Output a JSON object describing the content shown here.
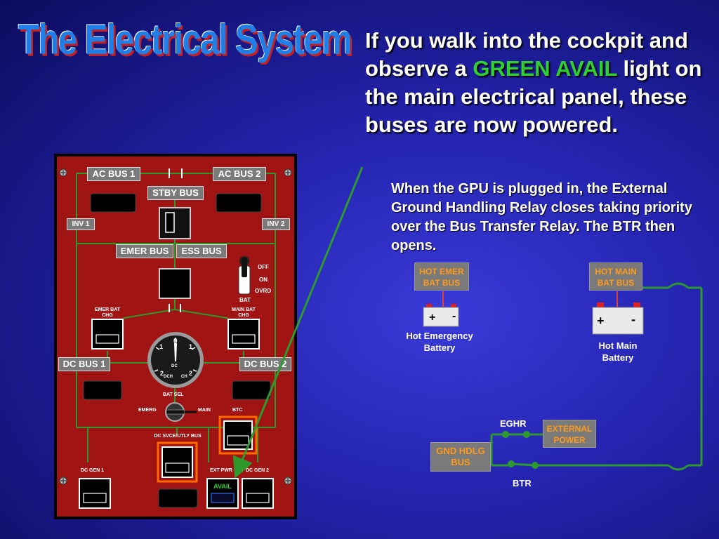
{
  "title": "The Electrical System",
  "headline": {
    "part1": "If you walk into the cockpit and observe a ",
    "highlight": "GREEN AVAIL",
    "part2": " light on the main electrical panel, these buses are now powered."
  },
  "paragraph": "When the GPU is plugged in, the External Ground Handling Relay closes taking priority over the Bus Transfer Relay.  The BTR then opens.",
  "colors": {
    "panel": "#a01414",
    "bus_line": "#2e9a2e",
    "highlight_text": "#2fd02f",
    "label_box": "#7a7a7a",
    "box_text": "#ff9a1a",
    "annunciator_ring": "#ff6a00"
  },
  "panel": {
    "ac_bus_1": "AC BUS 1",
    "ac_bus_2": "AC BUS 2",
    "stby_bus": "STBY BUS",
    "inv_1": "INV 1",
    "inv_2": "INV 2",
    "emer_bus": "EMER BUS",
    "ess_bus": "ESS BUS",
    "switch_off": "OFF",
    "switch_on": "ON",
    "switch_ovrd": "OVRD",
    "switch_bat": "BAT",
    "emer_bat_chg": "EMER  BAT",
    "emer_bat_chg2": "CHG",
    "main_bat_chg": "MAIN  BAT",
    "main_bat_chg2": "CHG",
    "dc_bus_1": "DC BUS 1",
    "dc_bus_2": "DC BUS 2",
    "gauge_zero": "0",
    "gauge_1l": "1",
    "gauge_1r": "1",
    "gauge_2l": "2",
    "gauge_2r": "2",
    "gauge_dc": "DC",
    "gauge_dch": "DCH",
    "gauge_ch": "CH",
    "bat_sel": "BAT  SEL",
    "emerg": "EMERG",
    "main": "MAIN",
    "btc": "BTC",
    "dc_svce": "DC SVCE/UTLY  BUS",
    "dc_gen_1": "DC GEN 1",
    "ext_pwr": "EXT PWR",
    "dc_gen_2": "DC GEN 2",
    "avail": "AVAIL"
  },
  "schematic": {
    "hot_emer_bat_bus_1": "HOT EMER",
    "hot_emer_bat_bus_2": "BAT BUS",
    "hot_main_bat_bus_1": "HOT MAIN",
    "hot_main_bat_bus_2": "BAT BUS",
    "plus": "+",
    "minus": "-",
    "hot_emer_battery_1": "Hot Emergency",
    "hot_emer_battery_2": "Battery",
    "hot_main_battery_1": "Hot Main",
    "hot_main_battery_2": "Battery",
    "eghr": "EGHR",
    "btr": "BTR",
    "external_power_1": "EXTERNAL",
    "external_power_2": "POWER",
    "gnd_hdlg_bus_1": "GND HDLG",
    "gnd_hdlg_bus_2": "BUS"
  }
}
